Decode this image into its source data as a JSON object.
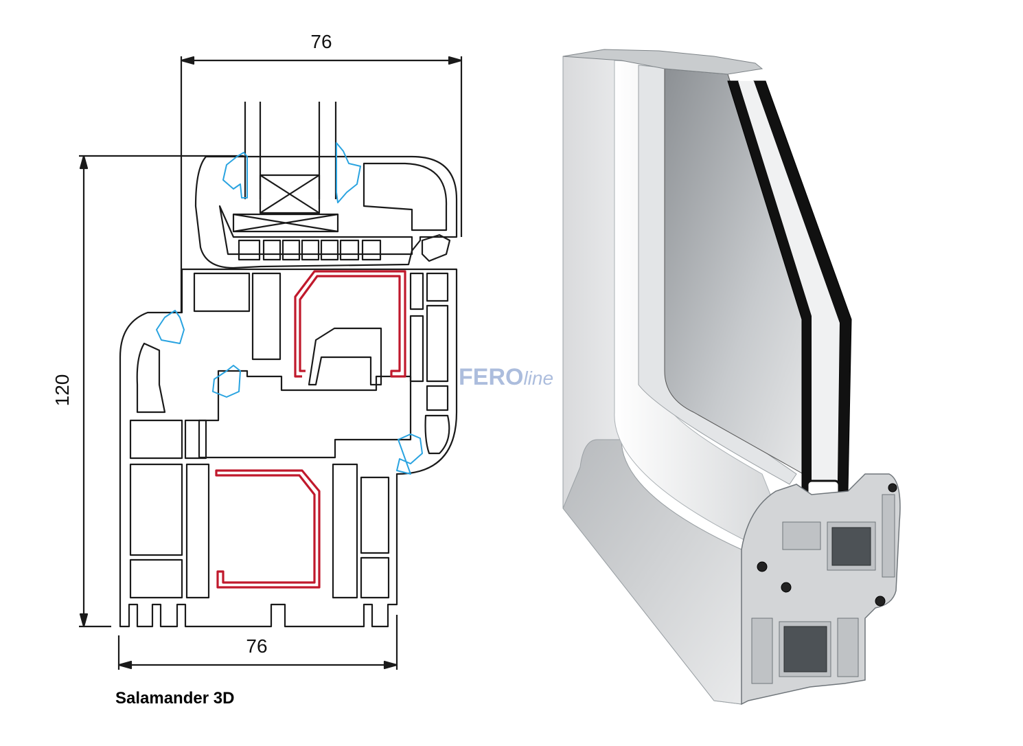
{
  "dimensions": {
    "top_width": "76",
    "bottom_width": "76",
    "height": "120"
  },
  "caption": "Salamander 3D",
  "watermark": {
    "bold_part": "FERO",
    "italic_part": "line"
  },
  "colors": {
    "profile_outline": "#1a1a1a",
    "steel_reinforcement": "#c0192c",
    "gasket": "#29a3e0",
    "watermark": "#4a6fb5"
  }
}
